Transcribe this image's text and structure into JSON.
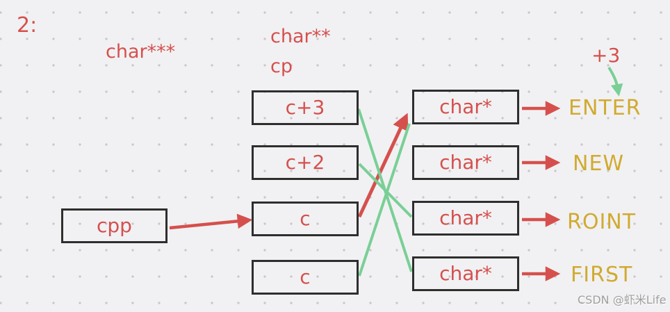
{
  "colors": {
    "red": "#d5504d",
    "green": "#79cf95",
    "gold": "#d1aa30",
    "border": "#2e2e2e",
    "bg": "#f1f1f3",
    "dot": "#c8c8cc",
    "wm": "#9f9f9f"
  },
  "annotations": {
    "index": "2:",
    "cpp_type": "char***",
    "cp_type": "char**",
    "cp_name": "cp",
    "offset": "+3"
  },
  "boxes": {
    "cpp": "cpp",
    "middle": [
      "c+3",
      "c+2",
      "c",
      "c"
    ],
    "right": [
      "char*",
      "char*",
      "char*",
      "char*"
    ]
  },
  "targets": [
    "ENTER",
    "NEW",
    "ROINT",
    "FIRST"
  ],
  "connections": [
    {
      "from": "cpp",
      "to": "middle row 3 (c)",
      "color": "red",
      "arrowhead": true
    },
    {
      "from": "middle row 3 (c)",
      "to": "char* row 1",
      "color": "red",
      "arrowhead": true
    },
    {
      "from": "middle row 1 (c+3)",
      "to": "char* row 4",
      "color": "green",
      "arrowhead": false
    },
    {
      "from": "middle row 2 (c+2)",
      "to": "char* row 3",
      "color": "green",
      "arrowhead": false
    },
    {
      "from": "middle row 4 (c)",
      "to": "char* row 1",
      "color": "green",
      "arrowhead": false
    },
    {
      "from": "char* row 1",
      "to": "ENTER",
      "color": "red",
      "arrowhead": true
    },
    {
      "from": "char* row 2",
      "to": "NEW",
      "color": "red",
      "arrowhead": true
    },
    {
      "from": "char* row 3",
      "to": "ROINT",
      "color": "red",
      "arrowhead": true
    },
    {
      "from": "char* row 4",
      "to": "FIRST",
      "color": "red",
      "arrowhead": true
    },
    {
      "from": "+3",
      "to": "ENTER",
      "color": "green",
      "arrowhead": true
    }
  ],
  "watermark": "CSDN @虾米Life"
}
